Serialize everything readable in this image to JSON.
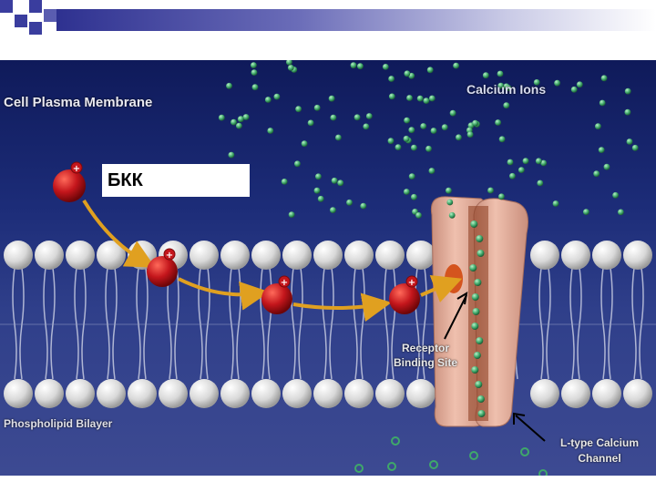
{
  "diagram": {
    "title": "Cell Plasma Membrane",
    "ions_label": "Calcium Ions",
    "bilayer_label": "Phospholipid Bilayer",
    "receptor_label_line1": "Receptor",
    "receptor_label_line2": "Binding Site",
    "channel_label_line1": "L-type Calcium",
    "channel_label_line2": "Channel",
    "drug_label": "БКК",
    "drug_charge": "+"
  },
  "colors": {
    "background": "#1c2c78",
    "ion": "#3fa86a",
    "drug": "#c4161c",
    "channel": "#e3ad9c",
    "arrow": "#e0a020",
    "lipid_head": "#e6e6e6"
  }
}
